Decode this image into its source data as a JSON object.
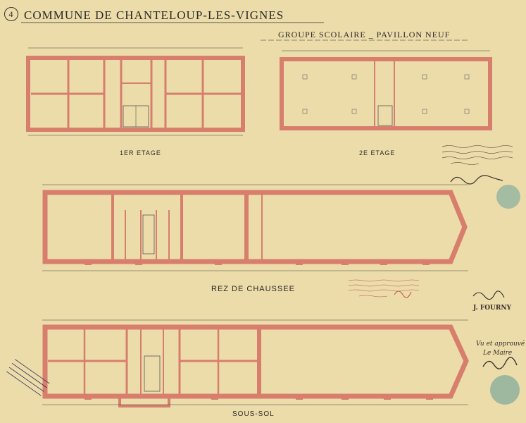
{
  "header": {
    "number": "4",
    "commune": "COMMUNE DE CHANTELOUP-LES-VIGNES",
    "subtitle": "GROUPE SCOLAIRE _ PAVILLON NEUF"
  },
  "plans": {
    "etage1": "1ER ETAGE",
    "etage2": "2E ETAGE",
    "rdc": "REZ DE CHAUSSEE",
    "sous_sol": "SOUS-SOL"
  },
  "annotations": {
    "stamp_name": "J. FOURNY",
    "approved": "Vu et approuvé",
    "maire": "Le Maire"
  },
  "colors": {
    "paper": "#ecdcaa",
    "wall": "#d77e6d",
    "wall_dark": "#c86050",
    "ink": "#2b2a2a",
    "stamp_green": "#5d9b93"
  }
}
